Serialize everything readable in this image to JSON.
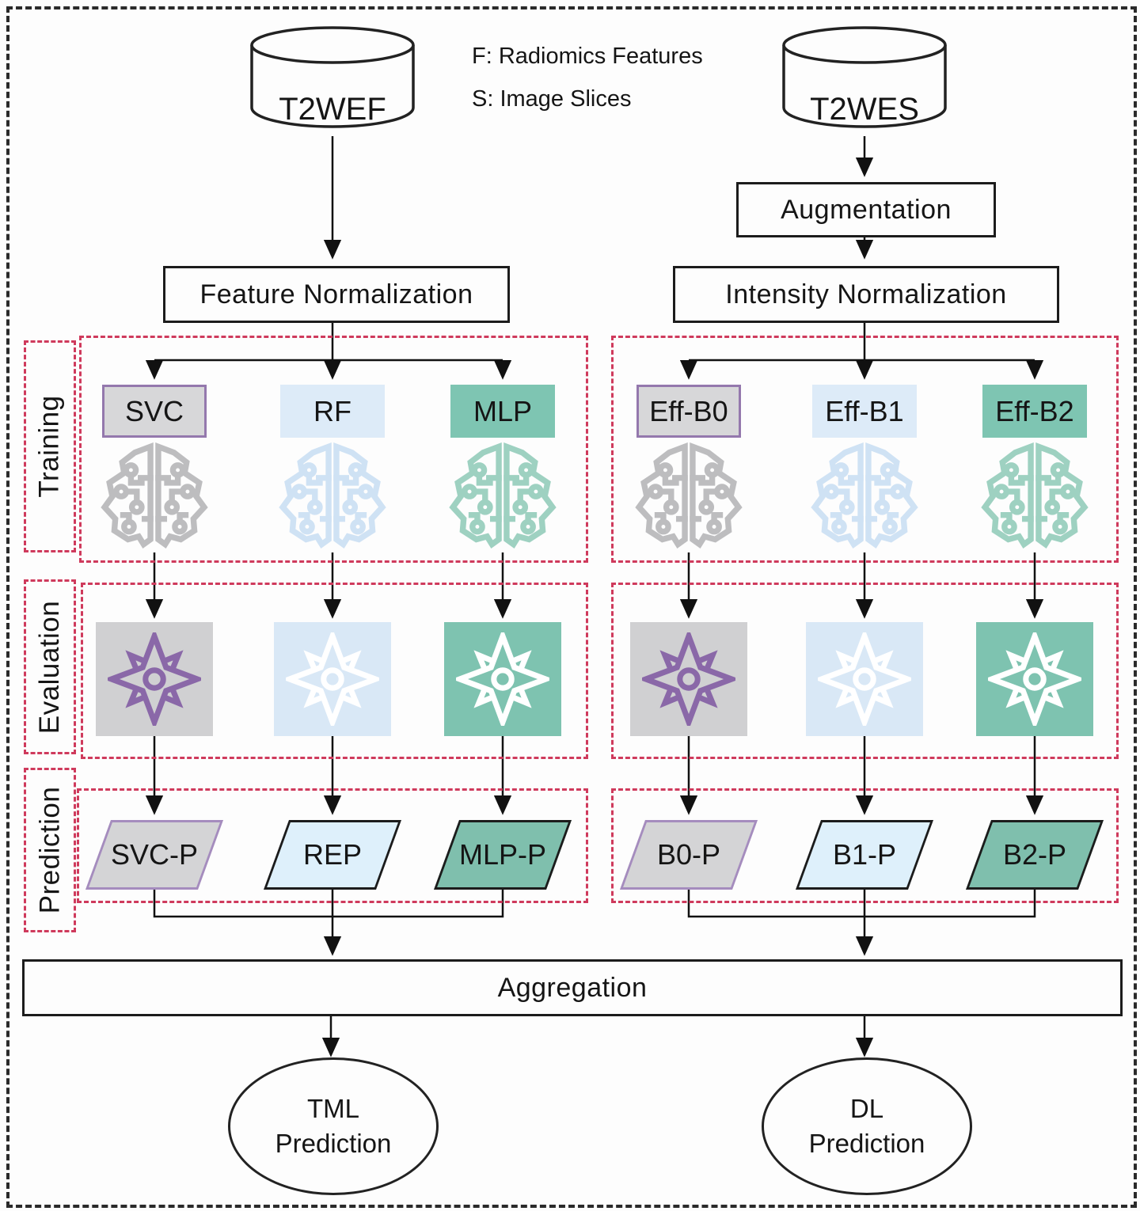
{
  "legend": {
    "line1": "F: Radiomics Features",
    "line2": "S: Image Slices"
  },
  "sources": {
    "left": "T2WEF",
    "right": "T2WES"
  },
  "steps": {
    "augmentation": "Augmentation",
    "feature_norm": "Feature Normalization",
    "intensity_norm": "Intensity Normalization",
    "aggregation": "Aggregation"
  },
  "stages": {
    "training": "Training",
    "evaluation": "Evaluation",
    "prediction": "Prediction"
  },
  "columns": [
    {
      "model": "SVC",
      "prediction": "SVC-P",
      "theme": "gray"
    },
    {
      "model": "RF",
      "prediction": "REP",
      "theme": "blue"
    },
    {
      "model": "MLP",
      "prediction": "MLP-P",
      "theme": "teal"
    },
    {
      "model": "Eff-B0",
      "prediction": "B0-P",
      "theme": "gray"
    },
    {
      "model": "Eff-B1",
      "prediction": "B1-P",
      "theme": "blue"
    },
    {
      "model": "Eff-B2",
      "prediction": "B2-P",
      "theme": "teal"
    }
  ],
  "outputs": {
    "left": {
      "line1": "TML",
      "line2": "Prediction"
    },
    "right": {
      "line1": "DL",
      "line2": "Prediction"
    }
  },
  "colors": {
    "red_dashed": "#cf3a5c",
    "purple_accent": "#9478ad",
    "gray_fill": "#d7d7d9",
    "blue_fill": "#ddebf8",
    "teal_fill": "#7ec5b2",
    "line_black": "#111111"
  }
}
